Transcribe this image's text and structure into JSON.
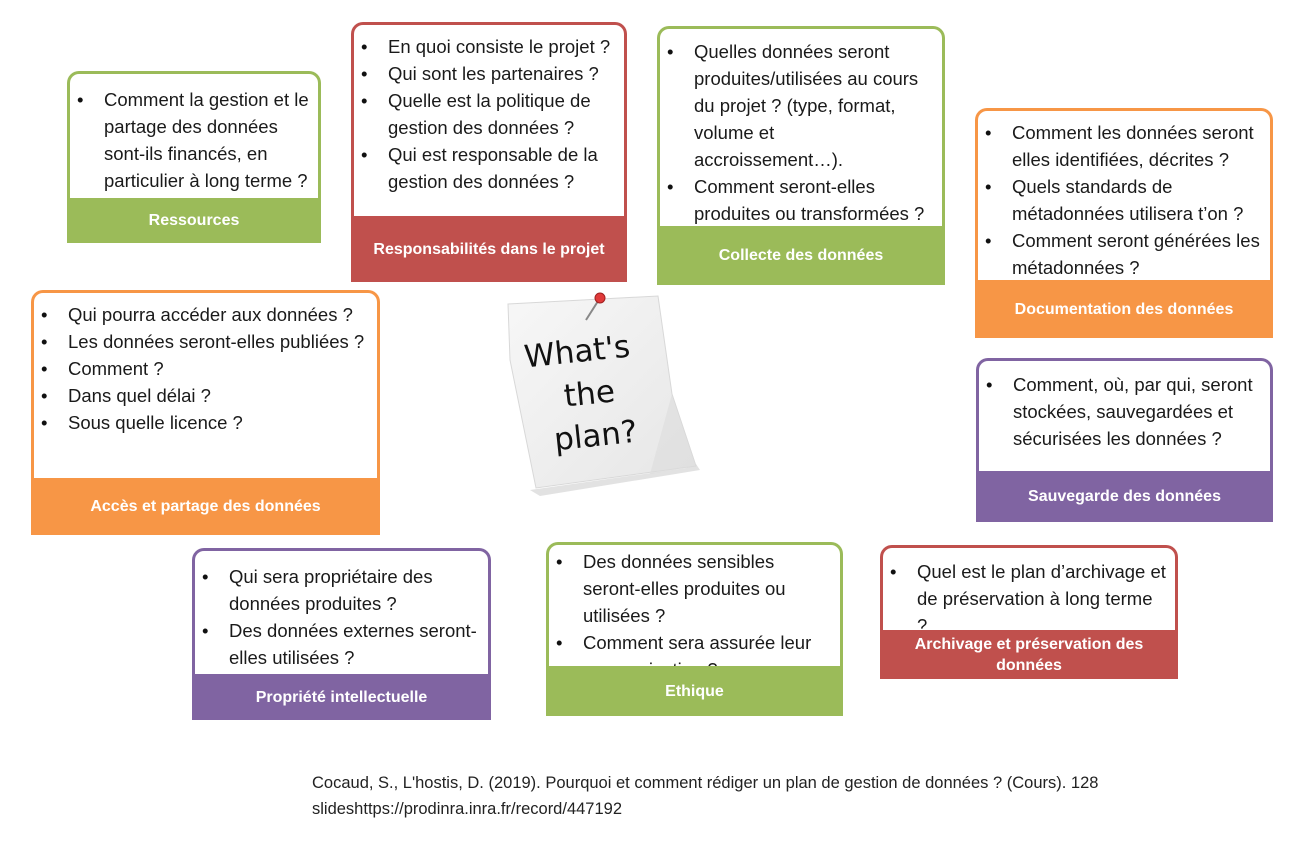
{
  "cards": {
    "ressources": {
      "items": [
        "Comment la gestion et le partage des données sont-ils financés, en particulier à long terme ?"
      ],
      "label": "Ressources"
    },
    "responsabilites": {
      "items": [
        "En quoi consiste le projet ?",
        "Qui sont les partenaires ?",
        "Quelle est la politique de gestion des données ?",
        "Qui est responsable de la gestion des données ?"
      ],
      "label": "Responsabilités dans le projet"
    },
    "collecte": {
      "items": [
        "Quelles données seront produites/utilisées au cours du projet ? (type, format, volume et accroissement…).",
        "Comment seront-elles produites ou transformées ?"
      ],
      "label": "Collecte des données"
    },
    "documentation": {
      "items": [
        "Comment les données seront elles identifiées, décrites ?",
        "Quels standards de métadonnées utilisera t’on ?",
        "Comment seront générées les métadonnées ?"
      ],
      "label": "Documentation des données"
    },
    "acces": {
      "items": [
        "Qui pourra accéder aux données ?",
        "Les données seront-elles publiées ?",
        "Comment ?",
        "Dans quel délai ?",
        "Sous quelle licence ?"
      ],
      "label": "Accès et partage des données"
    },
    "sauvegarde": {
      "items": [
        "Comment, où, par qui, seront stockées, sauvegardées et sécurisées les données ?"
      ],
      "label": "Sauvegarde des données"
    },
    "propriete": {
      "items": [
        "Qui sera propriétaire des données produites ?",
        "Des données externes seront-elles utilisées ?"
      ],
      "label": "Propriété intellectuelle"
    },
    "ethique": {
      "items": [
        "Des données sensibles seront-elles produites ou utilisées ?",
        "Comment sera assurée leur anonymisation ?"
      ],
      "label": "Ethique"
    },
    "archivage": {
      "items": [
        "Quel est le plan d’archivage et de préservation à long terme ?"
      ],
      "label": "Archivage et préservation des données"
    }
  },
  "note": {
    "lines": [
      "What's",
      "the",
      "plan?"
    ]
  },
  "citation": "Cocaud, S., L'hostis, D. (2019). Pourquoi et comment rédiger un plan de gestion de données ? (Cours).  128 slideshttps://prodinra.inra.fr/record/447192",
  "colors": {
    "green": "#9bbb59",
    "red": "#c0504d",
    "orange": "#f79646",
    "purple": "#8064a2"
  }
}
